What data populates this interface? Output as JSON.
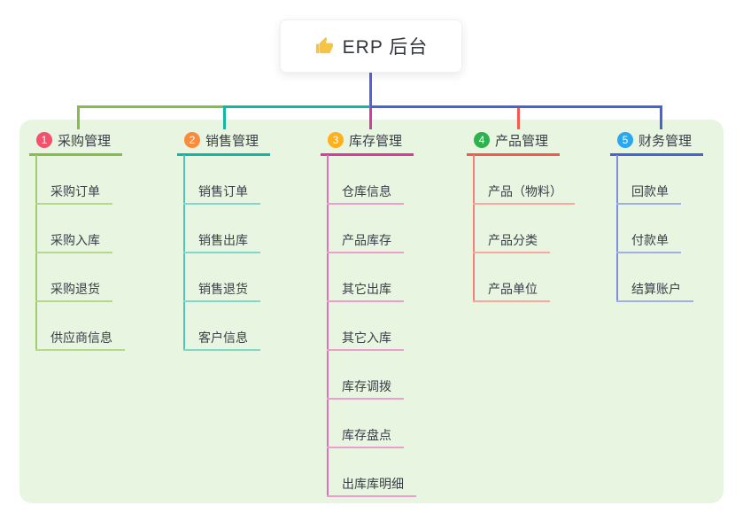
{
  "root": {
    "label": "ERP 后台",
    "icon": "thumbs-up"
  },
  "colors": {
    "panel_bg": "#E8F5E1",
    "trunk_line": "#5563D8",
    "thumb_icon": "#F6C445"
  },
  "branches": [
    {
      "num": "1",
      "title": "采购管理",
      "color": "#85BD49",
      "badge_color": "#F4516C",
      "rail_color": "#9FCC6E",
      "light_color": "#B4D98A",
      "children": [
        "采购订单",
        "采购入库",
        "采购退货",
        "供应商信息"
      ]
    },
    {
      "num": "2",
      "title": "销售管理",
      "color": "#12B6A4",
      "badge_color": "#FB8B3B",
      "rail_color": "#4FC6B7",
      "light_color": "#82D7CB",
      "children": [
        "销售订单",
        "销售出库",
        "销售退货",
        "客户信息"
      ]
    },
    {
      "num": "3",
      "title": "库存管理",
      "color": "#D53C9D",
      "badge_color": "#FFB01B",
      "rail_color": "#E070B8",
      "light_color": "#EF9CCE",
      "children": [
        "仓库信息",
        "产品库存",
        "其它出库",
        "其它入库",
        "库存调拨",
        "库存盘点",
        "出库库明细"
      ]
    },
    {
      "num": "4",
      "title": "产品管理",
      "color": "#F25B50",
      "badge_color": "#2EB14E",
      "rail_color": "#F68078",
      "light_color": "#F9A8A0",
      "children": [
        "产品（物料）",
        "产品分类",
        "产品单位"
      ]
    },
    {
      "num": "5",
      "title": "财务管理",
      "color": "#4464D3",
      "badge_color": "#29A8F0",
      "rail_color": "#7D90DC",
      "light_color": "#9FAFE4",
      "children": [
        "回款单",
        "付款单",
        "结算账户"
      ]
    }
  ]
}
